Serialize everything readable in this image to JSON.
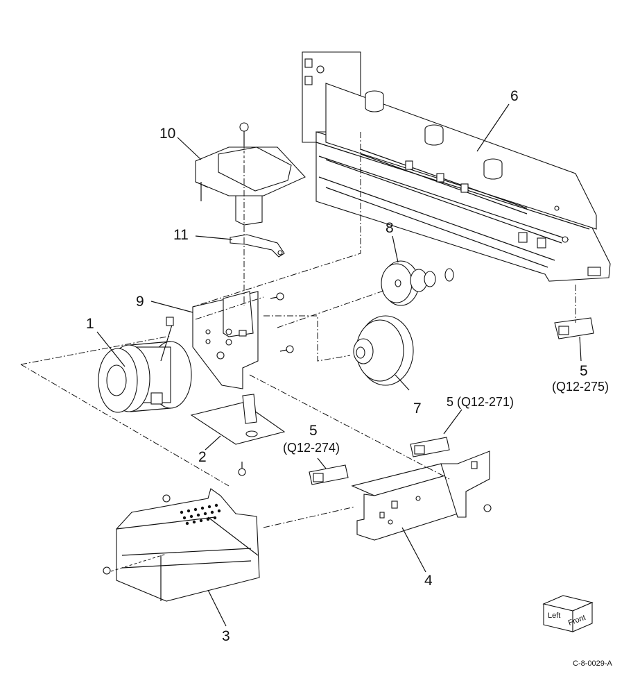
{
  "callouts": {
    "c1": "1",
    "c2": "2",
    "c3": "3",
    "c4": "4",
    "c5a": "5",
    "c5a_ref": "(Q12-275)",
    "c5b": "5 (Q12-271)",
    "c5c": "5",
    "c5c_ref": "(Q12-274)",
    "c6": "6",
    "c7": "7",
    "c8": "8",
    "c9": "9",
    "c10": "10",
    "c11": "11"
  },
  "orientation_cube": {
    "left_face": "Left",
    "front_face": "Front"
  },
  "figure_code": "C-8-0029-A"
}
